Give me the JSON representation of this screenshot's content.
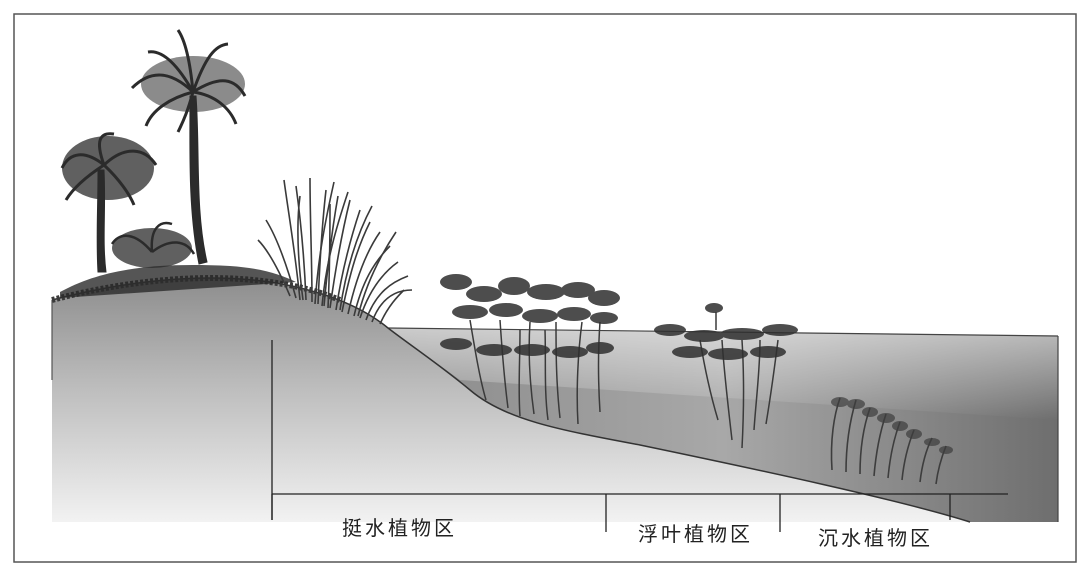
{
  "diagram": {
    "type": "pond cross-section (aquatic plant zones)",
    "zones": [
      {
        "label": "挺水植物区"
      },
      {
        "label": "浮叶植物区"
      },
      {
        "label": "沉水植物区"
      }
    ]
  }
}
